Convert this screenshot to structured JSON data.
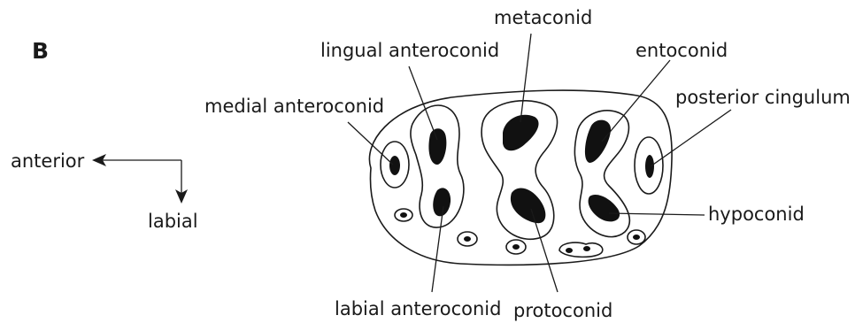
{
  "figure": {
    "panel_label": "B",
    "orientation": {
      "anterior": "anterior",
      "labial": "labial"
    },
    "labels": {
      "metaconid": "metaconid",
      "lingual_anteroconid": "lingual anteroconid",
      "entoconid": "entoconid",
      "medial_anteroconid": "medial anteroconid",
      "posterior_cingulum": "posterior cingulum",
      "hypoconid": "hypoconid",
      "labial_anteroconid": "labial anteroconid",
      "protoconid": "protoconid"
    }
  }
}
